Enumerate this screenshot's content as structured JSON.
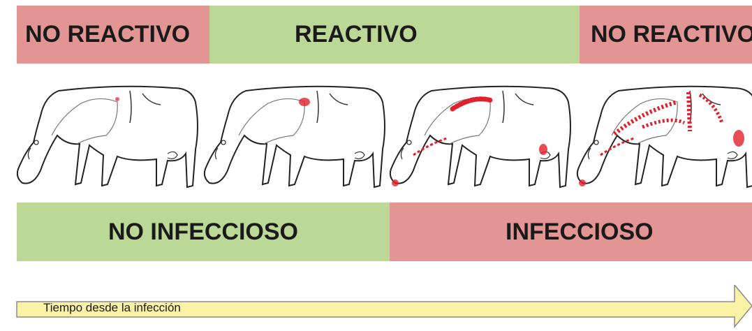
{
  "top_bands": [
    {
      "label": "NO REACTIVO",
      "color": "#e39593"
    },
    {
      "label": "REACTIVO",
      "color": "#bcd897"
    },
    {
      "label": "NO REACTIVO",
      "color": "#e39593"
    }
  ],
  "mid_bands": [
    {
      "label": "NO INFECCIOSO",
      "color": "#bcd897"
    },
    {
      "label": "INFECCIOSO",
      "color": "#e39593"
    }
  ],
  "arrow": {
    "label": "Tiempo desde la infección",
    "fill": "#fbf2a6"
  },
  "cows": [
    {
      "name": "cow-stage-1",
      "lesion_level": 0.1
    },
    {
      "name": "cow-stage-2",
      "lesion_level": 0.3
    },
    {
      "name": "cow-stage-3",
      "lesion_level": 0.65
    },
    {
      "name": "cow-stage-4",
      "lesion_level": 1.0
    }
  ],
  "lesion_color": "#e0202a"
}
